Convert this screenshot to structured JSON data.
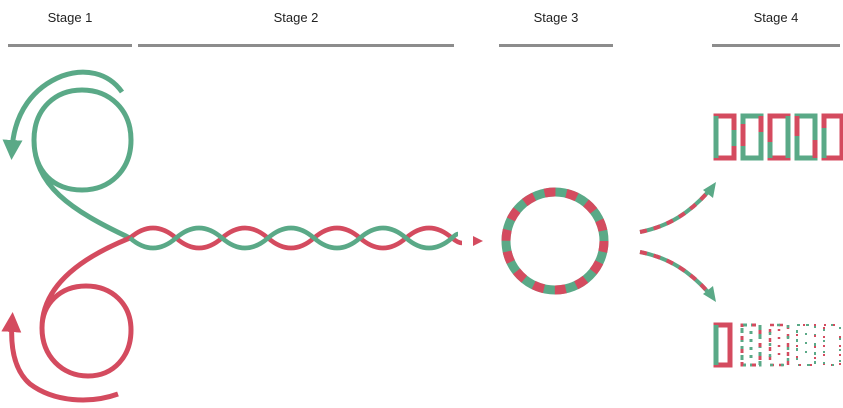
{
  "stages": [
    {
      "label": "Stage 1"
    },
    {
      "label": "Stage 2"
    },
    {
      "label": "Stage 3"
    },
    {
      "label": "Stage 4"
    }
  ],
  "colors": {
    "green": "#5aa987",
    "red": "#d44b5f",
    "rule": "#8c8c8c"
  }
}
